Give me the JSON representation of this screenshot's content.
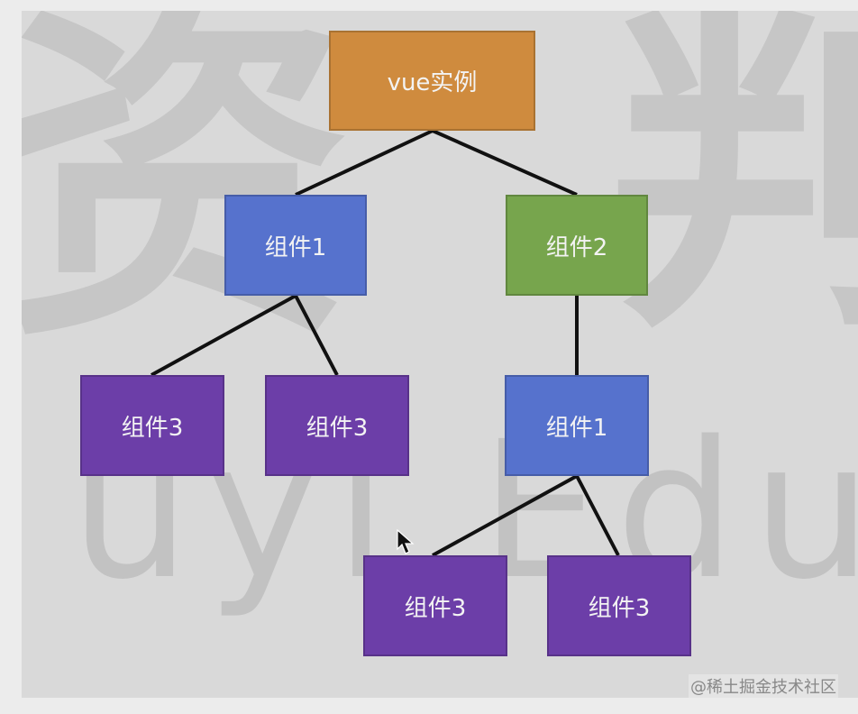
{
  "diagram": {
    "nodes": [
      {
        "id": "root",
        "label": "vue实例",
        "color": "#cf8b3e"
      },
      {
        "id": "left-component-1",
        "label": "组件1",
        "color": "#5672cd"
      },
      {
        "id": "right-component-2",
        "label": "组件2",
        "color": "#77a54d"
      },
      {
        "id": "left-child-component-3-a",
        "label": "组件3",
        "color": "#6c3ea8"
      },
      {
        "id": "left-child-component-3-b",
        "label": "组件3",
        "color": "#6c3ea8"
      },
      {
        "id": "right-child-component-1",
        "label": "组件1",
        "color": "#5672cd"
      },
      {
        "id": "bottom-component-3-a",
        "label": "组件3",
        "color": "#6c3ea8"
      },
      {
        "id": "bottom-component-3-b",
        "label": "组件3",
        "color": "#6c3ea8"
      }
    ]
  },
  "watermark": {
    "left": "资",
    "right": "判",
    "bottom": "uyi  Educ"
  },
  "credit": "@稀土掘金技术社区"
}
